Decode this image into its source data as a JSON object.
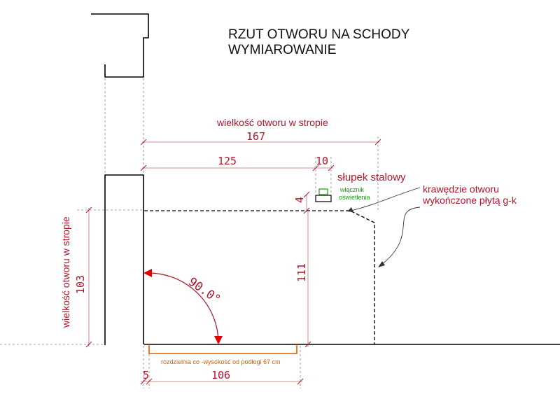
{
  "title": {
    "line1": "RZUT OTWORU NA SCHODY",
    "line2": "WYMIAROWANIE"
  },
  "labels": {
    "opening_size_top": "wielkość otworu w stropie",
    "opening_size_left": "wielkość otworu w stropie",
    "steel_post": "słupek stalowy",
    "edges_line1": "krawędzie otworu",
    "edges_line2": "wykończone płytą g-k",
    "switch_line1": "włącznik",
    "switch_line2": "oświetlenia",
    "distribution_box": "rozdzielnia co -wysokość od podłogi 67 cm"
  },
  "dimensions": {
    "width_total": "167",
    "width_inner": "125",
    "post_width": "10",
    "post_offset": "4",
    "depth_left": "103",
    "depth_right": "111",
    "box_offset": "5",
    "box_width": "106",
    "angle": "90.0°"
  },
  "colors": {
    "annotation_red": "#b5132b",
    "dimension_line": "#c86a6a",
    "switch_green": "#1a9a1a",
    "box_orange": "#e05a00",
    "lines": "#000000"
  }
}
